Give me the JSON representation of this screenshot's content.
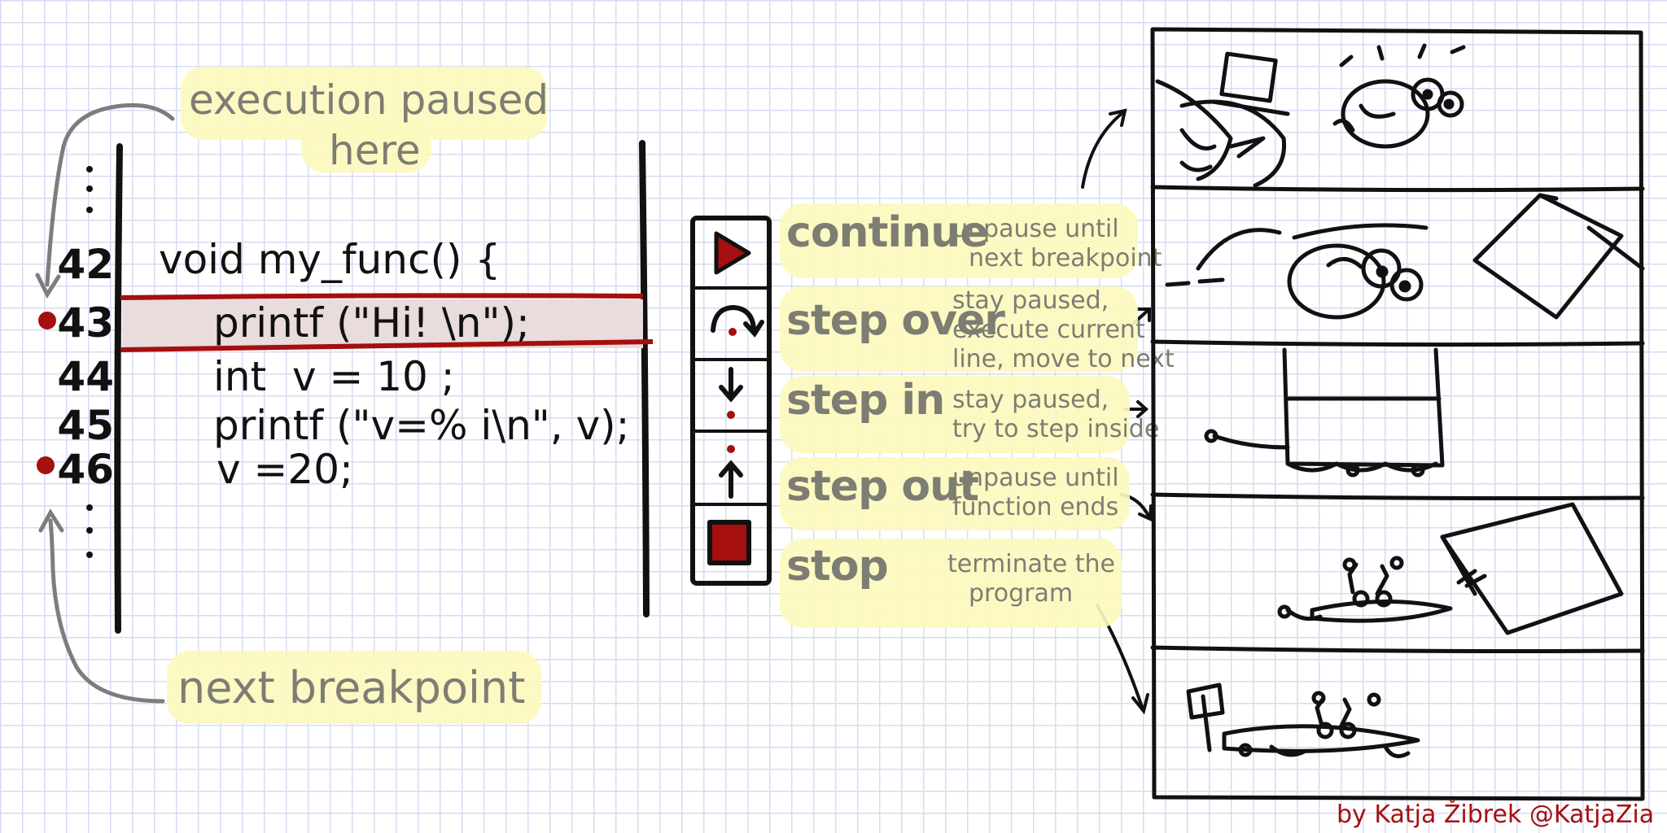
{
  "annotations": {
    "paused": [
      "execution paused",
      "here"
    ],
    "next_breakpoint": "next breakpoint"
  },
  "code": {
    "lines": [
      {
        "num": "42",
        "text": "void my_func() {",
        "breakpoint": false
      },
      {
        "num": "43",
        "text": "printf (\"Hi! \\n\");",
        "breakpoint": true
      },
      {
        "num": "44",
        "text": "int  v = 10 ;",
        "breakpoint": false
      },
      {
        "num": "45",
        "text": "printf (\"v=% i\\n\", v);",
        "breakpoint": false
      },
      {
        "num": "46",
        "text": "v =20;",
        "breakpoint": true
      }
    ]
  },
  "controls": [
    {
      "command": "continue",
      "description": [
        "unpause until",
        "next breakpoint"
      ],
      "icon": "play-icon"
    },
    {
      "command": "step over",
      "description": [
        "stay paused,",
        "execute current",
        "line, move to next"
      ],
      "icon": "step-over-icon"
    },
    {
      "command": "step in",
      "description": [
        "stay paused,",
        "try to step inside"
      ],
      "icon": "step-in-icon"
    },
    {
      "command": "step out",
      "description": [
        "unpause until",
        "function ends"
      ],
      "icon": "step-out-icon"
    },
    {
      "command": "stop",
      "description": [
        "terminate the",
        "program"
      ],
      "icon": "stop-icon"
    }
  ],
  "credit": "by Katja Žibrek @KatjaZia",
  "colors": {
    "accent": "#a50f0f",
    "highlight": "#fcf8be",
    "grid": "#d6dcf2"
  }
}
